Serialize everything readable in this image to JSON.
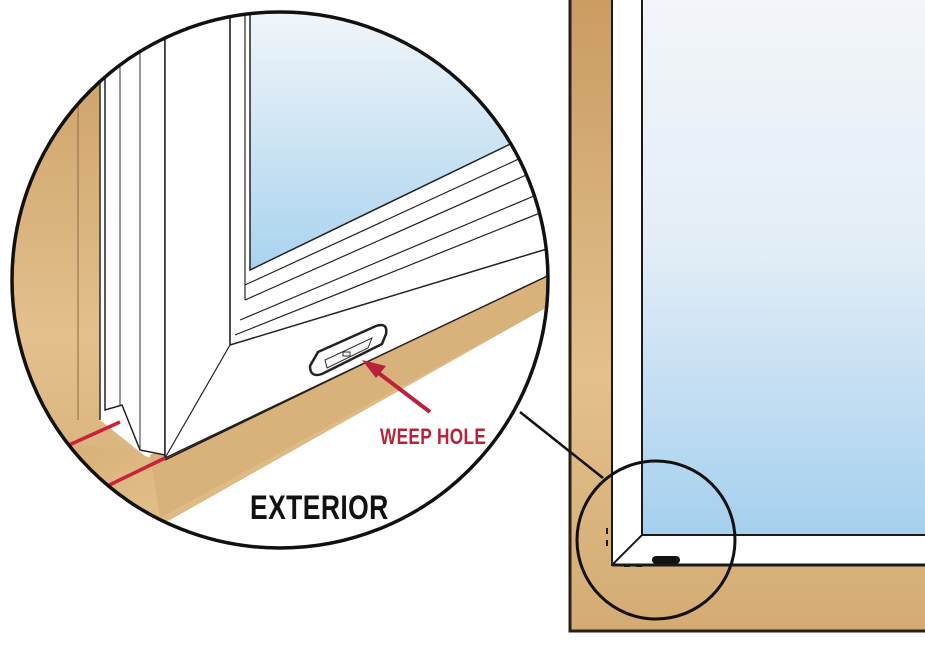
{
  "diagram": {
    "type": "illustration",
    "subject": "Window frame weep hole detail",
    "labels": {
      "weep_hole": "WEEP HOLE",
      "exterior": "EXTERIOR"
    },
    "callout": {
      "magnified_region": "lower-left corner of window sill",
      "arrow_target": "weep hole slot on sill"
    },
    "colors": {
      "wood": "#d2a66e",
      "wood_dark": "#b88a52",
      "glass_top": "#eef3f8",
      "glass_bottom": "#a9d2ee",
      "frame": "#ffffff",
      "outline": "#1a1a1a",
      "accent_red": "#b8223a"
    }
  }
}
